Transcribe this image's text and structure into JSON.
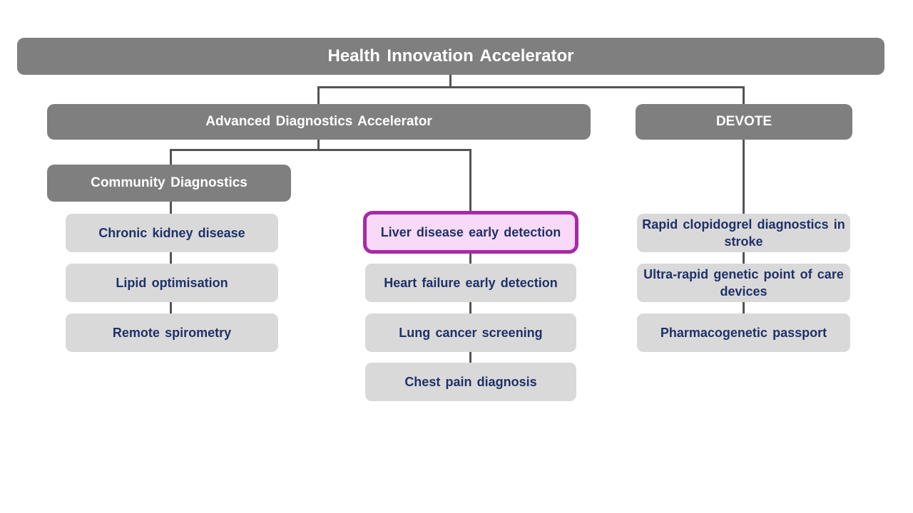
{
  "diagram": {
    "title": "Health Innovation Accelerator",
    "type": "org-chart-hierarchy",
    "colors": {
      "branch_fill": "#7f7f7f",
      "branch_text": "#ffffff",
      "leaf_fill": "#d9d9d9",
      "leaf_text": "#1f3168",
      "connector": "#545454",
      "highlight_border": "#a62aa6",
      "highlight_fill": "#f8d9f8",
      "background": "#ffffff"
    },
    "nodes": {
      "root": "Health Innovation Accelerator",
      "advanced_diagnostics": "Advanced Diagnostics Accelerator",
      "devote": "DEVOTE",
      "community_diagnostics": "Community Diagnostics",
      "community_leaves": [
        "Chronic kidney disease",
        "Lipid optimisation",
        "Remote spirometry"
      ],
      "ada_leaves": [
        "Liver disease early detection",
        "Heart failure early detection",
        "Lung cancer screening",
        "Chest pain diagnosis"
      ],
      "devote_leaves": [
        "Rapid clopidogrel diagnostics in stroke",
        "Ultra-rapid genetic point of care devices",
        "Pharmacogenetic passport"
      ]
    },
    "highlighted_node": "Liver disease early detection",
    "hierarchy": {
      "Health Innovation Accelerator": {
        "Advanced Diagnostics Accelerator": {
          "Community Diagnostics": [
            "Chronic kidney disease",
            "Lipid optimisation",
            "Remote spirometry"
          ],
          "_direct": [
            "Liver disease early detection",
            "Heart failure early detection",
            "Lung cancer screening",
            "Chest pain diagnosis"
          ]
        },
        "DEVOTE": [
          "Rapid clopidogrel diagnostics in stroke",
          "Ultra-rapid genetic point of care devices",
          "Pharmacogenetic passport"
        ]
      }
    }
  }
}
